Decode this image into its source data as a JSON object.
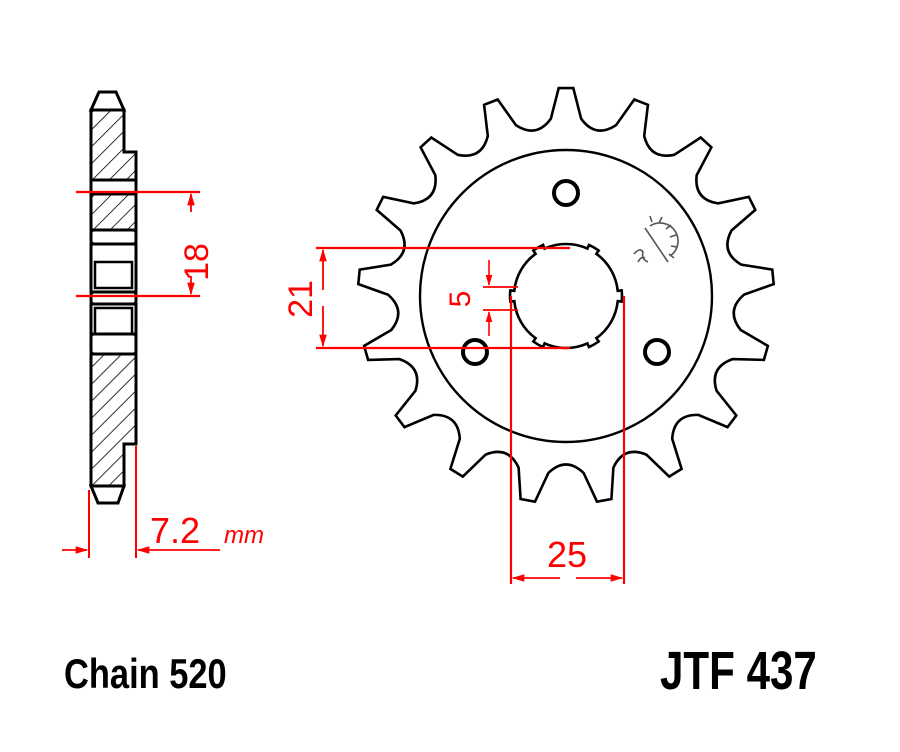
{
  "drawing": {
    "type": "front sprocket technical drawing",
    "colors": {
      "outline": "#000000",
      "dimension": "#ff0000",
      "logo": "#555555",
      "background": "#ffffff"
    },
    "sprocket": {
      "teeth": 17,
      "bolt_holes": 3,
      "spline_bore_notches": 6
    }
  },
  "dimensions": {
    "thickness": "18",
    "tooth_width": "7.2",
    "tooth_width_unit": "mm",
    "bore_diameter": "21",
    "spline_width": "5",
    "spline_span": "25"
  },
  "labels": {
    "chain": "Chain 520",
    "part_number": "JTF 437"
  }
}
